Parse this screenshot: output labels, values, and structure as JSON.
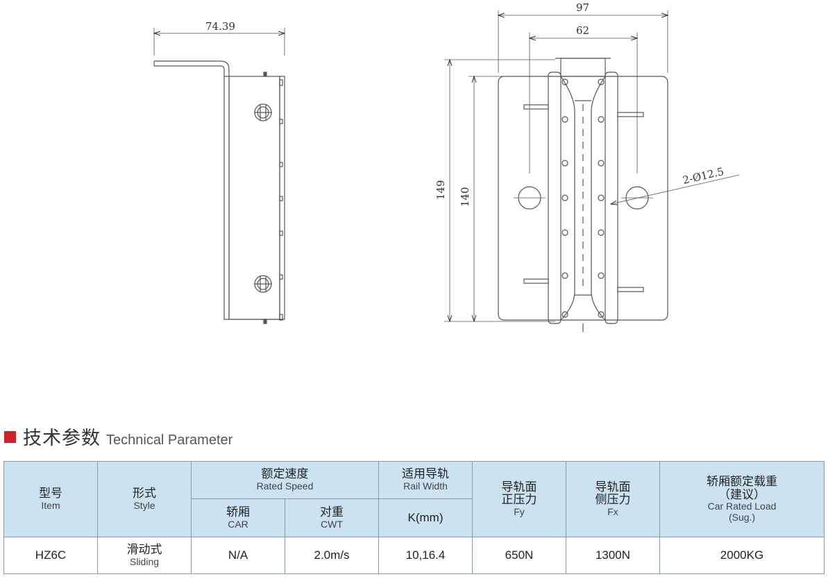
{
  "drawing": {
    "side_width": "74.39",
    "front_width": "97",
    "bolt_spacing": "62",
    "total_height": "149",
    "plate_height": "140",
    "hole_note": "2-Ø12.5"
  },
  "section": {
    "title_zh": "技术参数",
    "title_en": "Technical Parameter"
  },
  "table": {
    "headers": {
      "item_zh": "型号",
      "item_en": "Item",
      "style_zh": "形式",
      "style_en": "Style",
      "speed_zh": "额定速度",
      "speed_en": "Rated Speed",
      "car_zh": "轿厢",
      "car_en": "CAR",
      "cwt_zh": "对重",
      "cwt_en": "CWT",
      "rail_zh": "适用导轨",
      "rail_en": "Rail Width",
      "rail_unit": "K(mm)",
      "fy_zh1": "导轨面",
      "fy_zh2": "正压力",
      "fy_en": "Fy",
      "fx_zh1": "导轨面",
      "fx_zh2": "侧压力",
      "fx_en": "Fx",
      "load_zh1": "轿厢额定载重",
      "load_zh2": "（建议）",
      "load_en1": "Car Rated Load",
      "load_en2": "(Sug.)"
    },
    "row": {
      "item": "HZ6C",
      "style_zh": "滑动式",
      "style_en": "Sliding",
      "car": "N/A",
      "cwt": "2.0m/s",
      "rail": "10,16.4",
      "fy": "650N",
      "fx": "1300N",
      "load": "2000KG"
    }
  }
}
